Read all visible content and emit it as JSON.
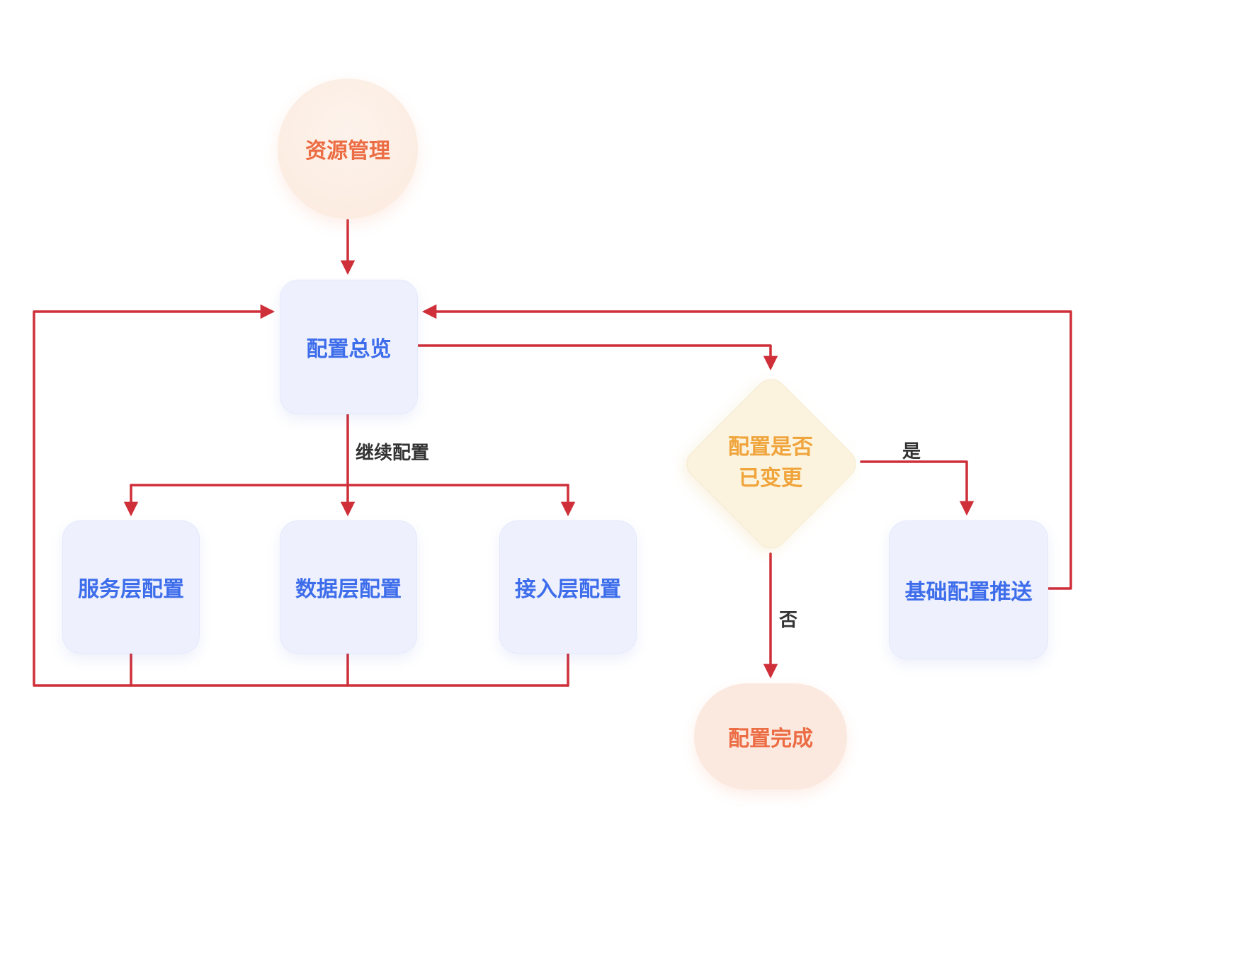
{
  "diagram": {
    "nodes": {
      "start": {
        "label": "资源管理",
        "shape": "circle"
      },
      "overview": {
        "label": "配置总览",
        "shape": "rounded-rect"
      },
      "service": {
        "label": "服务层配置",
        "shape": "rounded-rect"
      },
      "data_layer": {
        "label": "数据层配置",
        "shape": "rounded-rect"
      },
      "access": {
        "label": "接入层配置",
        "shape": "rounded-rect"
      },
      "decision": {
        "label_line1": "配置是否",
        "label_line2": "已变更",
        "shape": "diamond"
      },
      "push": {
        "label": "基础配置推送",
        "shape": "rounded-rect"
      },
      "complete": {
        "label": "配置完成",
        "shape": "pill"
      }
    },
    "edge_labels": {
      "continue": "继续配置",
      "yes": "是",
      "no": "否"
    },
    "colors": {
      "arrow": "#cf2f39",
      "blue_text": "#3d6deb",
      "blue_fill": "#eef1fd",
      "orange_text": "#ec6c43",
      "peach_fill": "#fceadd",
      "yellow_text": "#f0a43c",
      "cream_fill": "#fbf3dd",
      "edge_label_text": "#333333",
      "background": "#ffffff"
    }
  }
}
